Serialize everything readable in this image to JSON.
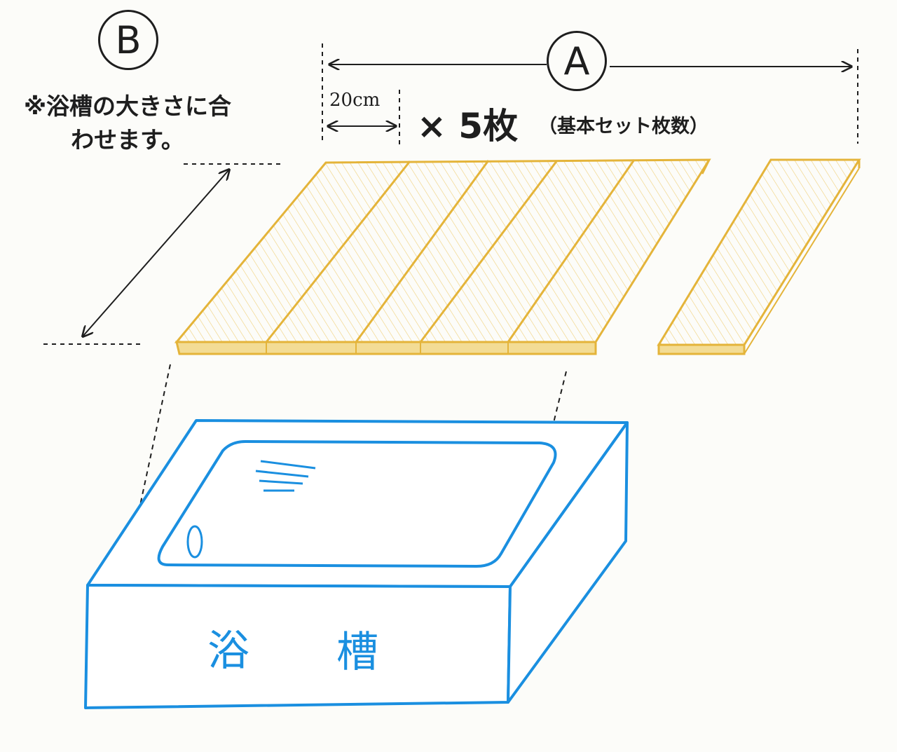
{
  "labels": {
    "b_marker": "B",
    "a_marker": "A",
    "size_note": "※浴槽の大きさに合わせます。",
    "board_width": "20cm",
    "multiplier": "× 5枚",
    "set_note": "（基本セット枚数）",
    "tub_char_1": "浴",
    "tub_char_2": "槽"
  },
  "colors": {
    "board": "#e4b43a",
    "tub": "#1a8fe0",
    "ink": "#1e1e1e"
  }
}
